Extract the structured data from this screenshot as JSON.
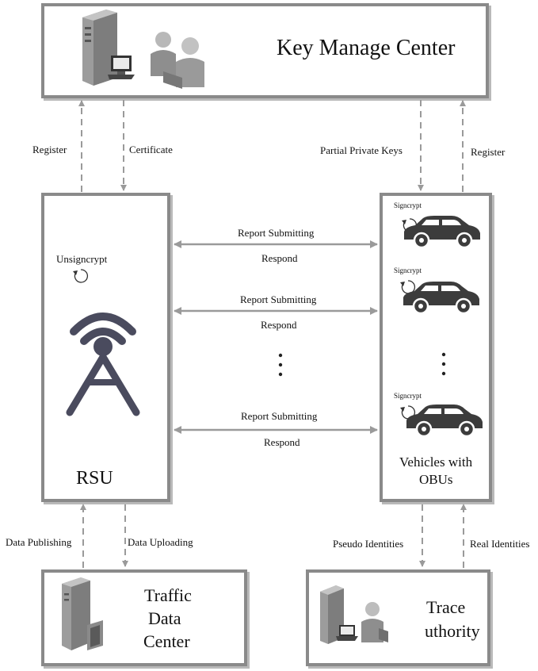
{
  "kmc": {
    "title": "Key Manage Center"
  },
  "rsu": {
    "title": "RSU",
    "unsigncrypt": "Unsigncrypt"
  },
  "vehicles": {
    "title_line1": "Vehicles with",
    "title_line2": "OBUs",
    "signcrypt": "Signcrypt"
  },
  "tdc": {
    "line1": "Traffic",
    "line2": "Data",
    "line3": "Center"
  },
  "ta": {
    "line1": "Trace",
    "line2": "uthority"
  },
  "arrows": {
    "rsu_register": "Register",
    "rsu_certificate": "Certificate",
    "veh_partial_keys": "Partial Private Keys",
    "veh_register": "Register",
    "data_publishing": "Data Publishing",
    "data_uploading": "Data Uploading",
    "pseudo_identities": "Pseudo Identities",
    "real_identities": "Real Identities"
  },
  "comms": [
    {
      "submit": "Report Submitting",
      "respond": "Respond"
    },
    {
      "submit": "Report Submitting",
      "respond": "Respond"
    },
    {
      "submit": "Report Submitting",
      "respond": "Respond"
    }
  ],
  "colors": {
    "border": "#8a8a8a",
    "arrow": "#9a9a9a",
    "tower": "#4a4b5e",
    "car": "#3c3c3c"
  }
}
